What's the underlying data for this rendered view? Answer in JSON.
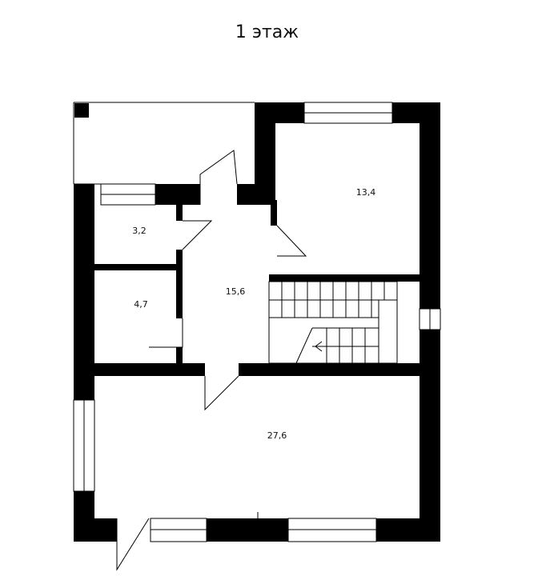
{
  "title": "1 этаж",
  "rooms": [
    {
      "id": "bedroom",
      "area": "13,4"
    },
    {
      "id": "storage",
      "area": "3,2"
    },
    {
      "id": "bathroom",
      "area": "4,7"
    },
    {
      "id": "hall",
      "area": "15,6"
    },
    {
      "id": "living",
      "area": "27,6"
    }
  ],
  "colors": {
    "wall": "#000000",
    "background": "#ffffff",
    "line": "#000000"
  }
}
